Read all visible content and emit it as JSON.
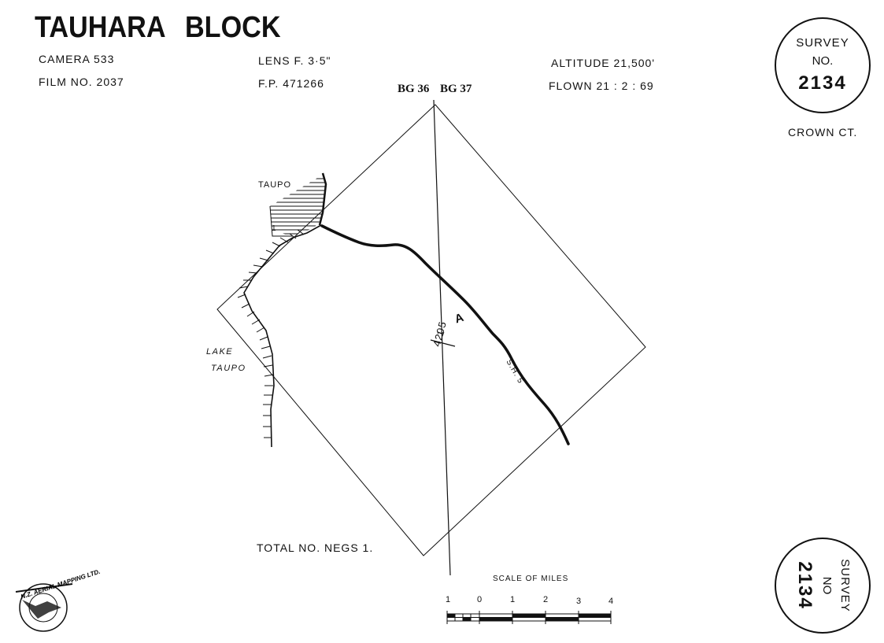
{
  "header": {
    "title": "TAUHARA BLOCK",
    "camera": "CAMERA 533",
    "film": "FILM NO. 2037",
    "lens": "LENS F. 3·5\"",
    "fp": "F.P. 471266",
    "altitude": "ALTITUDE 21,500'",
    "flown": "FLOWN 21 : 2 : 69"
  },
  "survey_badge": {
    "line1": "SURVEY",
    "line2": "NO.",
    "number": "2134"
  },
  "survey_badge_rotated": {
    "line1": "SURVEY",
    "line2": "NO",
    "number": "2134"
  },
  "crown": "CROWN CT.",
  "map": {
    "sheet_left": "BG 36",
    "sheet_right": "BG 37",
    "taupo": "TAUPO",
    "lake_line1": "LAKE",
    "lake_line2": "TAUPO",
    "run_label": "A",
    "photo_num": "1",
    "photo_den": "4205",
    "highway": "S.H. 5",
    "marker": "1"
  },
  "footer": {
    "total": "TOTAL NO. NEGS 1.",
    "scale_title": "SCALE OF MILES",
    "scale_ticks": [
      "1",
      "0",
      "1",
      "2",
      "3",
      "4"
    ]
  },
  "logo": {
    "text": "N.Z. AERIAL MAPPING LTD."
  }
}
